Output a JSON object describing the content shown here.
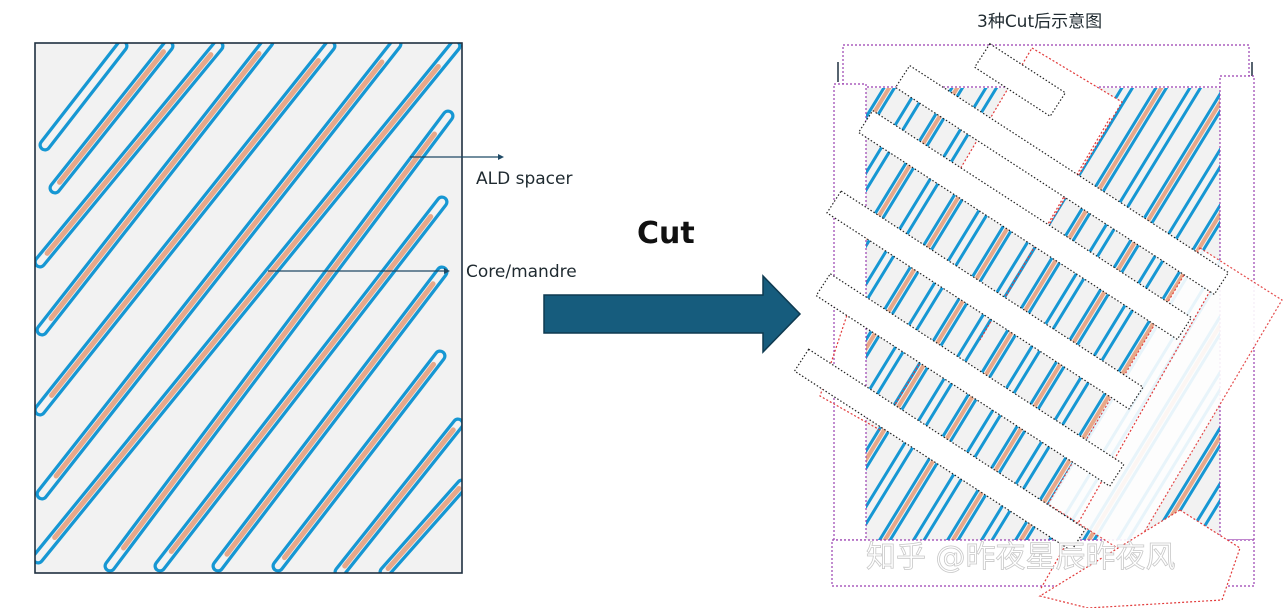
{
  "left_panel": {
    "labels": {
      "spacer": "ALD spacer",
      "core": "Core/mandre"
    }
  },
  "arrow": {
    "label": "Cut"
  },
  "right_panel": {
    "title": "3种Cut后示意图"
  },
  "watermark": "知乎 @昨夜星辰昨夜风",
  "colors": {
    "spacer": "#1697d3",
    "core": "#e7a88a",
    "substrate": "#f2f2f2",
    "frame": "#1f3040",
    "arrow": "#165c7d",
    "cut_purple": "#9a3fb0",
    "cut_red": "#e23a3a",
    "cut_black": "#222222"
  }
}
